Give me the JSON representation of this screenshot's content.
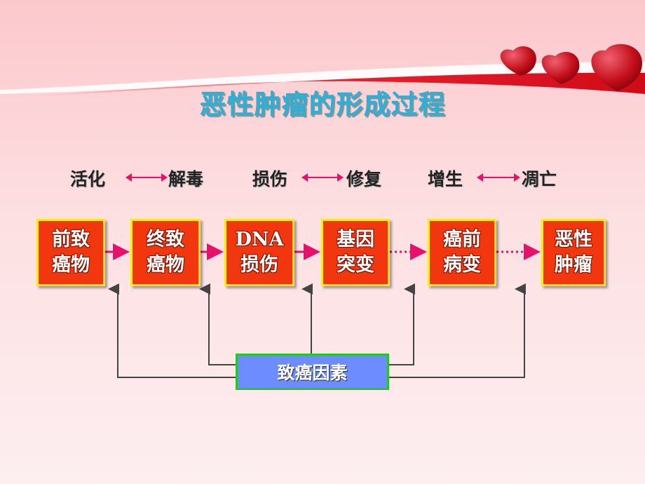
{
  "title": "恶性肿瘤的形成过程",
  "process_pairs": [
    {
      "left": "活化",
      "right": "解毒"
    },
    {
      "left": "损伤",
      "right": "修复"
    },
    {
      "left": "增生",
      "right": "凋亡"
    }
  ],
  "stages": [
    {
      "label": "前致\n癌物"
    },
    {
      "label": "终致\n癌物"
    },
    {
      "label": "DNA\n损伤"
    },
    {
      "label": "基因\n突变"
    },
    {
      "label": "癌前\n病变"
    },
    {
      "label": "恶性\n肿瘤"
    }
  ],
  "carcinogenic_factor": "致癌因素",
  "colors": {
    "title": "#2bb0d8",
    "stage_fill": "#f2360e",
    "stage_border": "#ffe81a",
    "arrow": "#e8106a",
    "factor_fill": "#6c8cff",
    "factor_border": "#28c528",
    "heart": "#c4101c"
  },
  "icons": [
    "heart-icon"
  ]
}
